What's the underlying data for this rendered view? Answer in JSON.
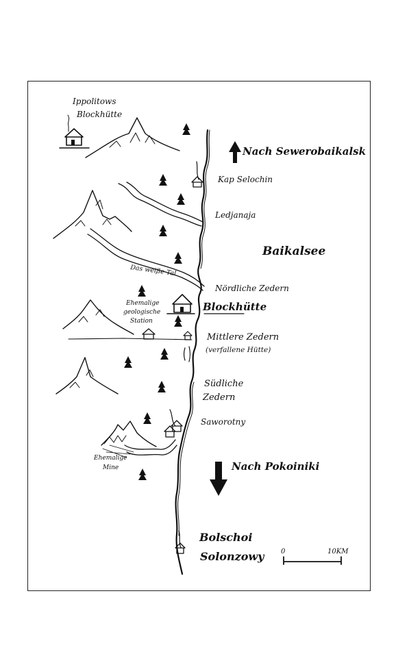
{
  "labels": {
    "hut_ippolitow_line1": "Ippolitows",
    "hut_ippolitow_line2": "Blockhütte",
    "north_direction": "Nach Sewerobaikalsk",
    "kap_selochin": "Kap Selochin",
    "ledjanaja": "Ledjanaja",
    "lake": "Baikalsee",
    "white_valley": "Das weiße Tal",
    "northern_cedars": "Nördliche Zedern",
    "geo_station_line1": "Ehemalige",
    "geo_station_line2": "geologische",
    "geo_station_line3": "Station",
    "blockhuette": "Blockhütte",
    "middle_cedars": "Mittlere Zedern",
    "middle_cedars_note": "(verfallene Hütte)",
    "southern_cedars_line1": "Südliche",
    "southern_cedars_line2": "Zedern",
    "saworotny": "Saworotny",
    "south_direction": "Nach Pokoiniki",
    "former_mine_line1": "Ehemalige",
    "former_mine_line2": "Mine",
    "bolschoi_line1": "Bolschoi",
    "bolschoi_line2": "Solonzowy"
  },
  "scale_bar": {
    "start_label": "0",
    "end_label": "10KM"
  },
  "colors": {
    "ink": "#111111",
    "paper": "#ffffff"
  }
}
